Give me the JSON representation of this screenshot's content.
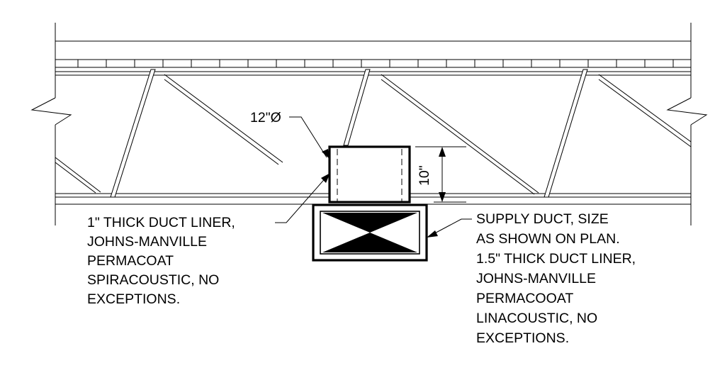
{
  "diagram": {
    "round_duct_label": "12\"Ø",
    "dimension_label": "10\"",
    "left_note": [
      "1\" THICK DUCT LINER,",
      "JOHNS-MANVILLE",
      "PERMACOAT",
      "SPIRACOUSTIC, NO",
      "EXCEPTIONS."
    ],
    "right_note": [
      "SUPPLY DUCT, SIZE",
      "AS SHOWN ON PLAN.",
      "1.5\" THICK DUCT LINER,",
      "JOHNS-MANVILLE",
      "PERMACOOAT",
      "LINACOUSTIC, NO",
      "EXCEPTIONS."
    ]
  }
}
